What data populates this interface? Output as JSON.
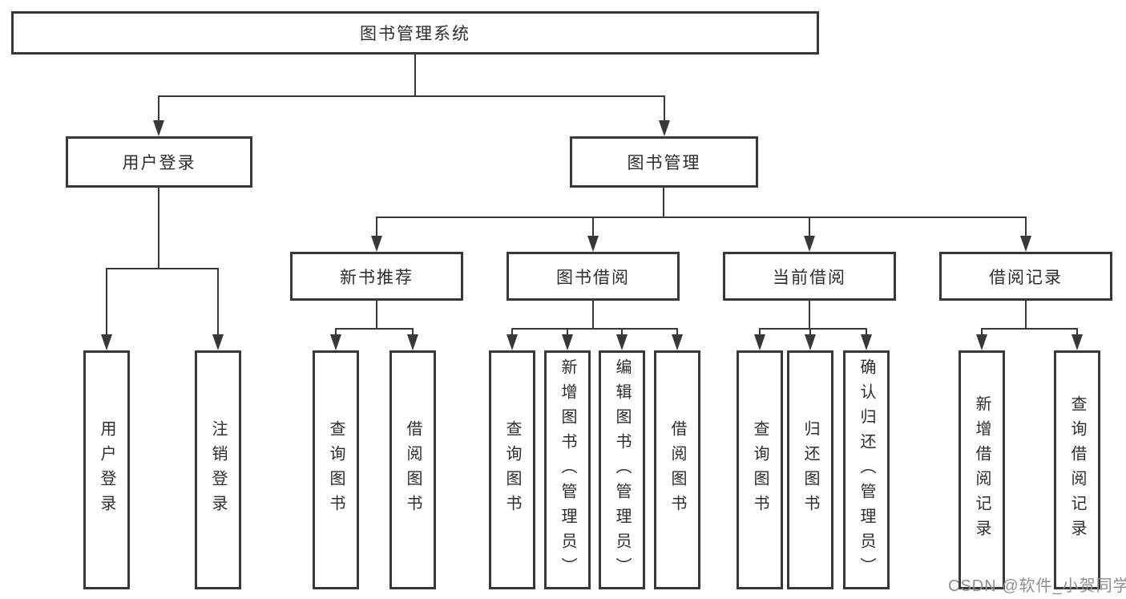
{
  "diagram": {
    "title": "图书管理系统",
    "tree": {
      "label": "图书管理系统",
      "children": [
        {
          "label": "用户登录",
          "children": [
            {
              "label": "用户登录"
            },
            {
              "label": "注销登录"
            }
          ]
        },
        {
          "label": "图书管理",
          "children": [
            {
              "label": "新书推荐",
              "children": [
                {
                  "label": "查询图书"
                },
                {
                  "label": "借阅图书"
                }
              ]
            },
            {
              "label": "图书借阅",
              "children": [
                {
                  "label": "查询图书"
                },
                {
                  "label": "新增图书（管理员）"
                },
                {
                  "label": "编辑图书（管理员）"
                },
                {
                  "label": "借阅图书"
                }
              ]
            },
            {
              "label": "当前借阅",
              "children": [
                {
                  "label": "查询图书"
                },
                {
                  "label": "归还图书"
                },
                {
                  "label": "确认归还（管理员）"
                }
              ]
            },
            {
              "label": "借阅记录",
              "children": [
                {
                  "label": "新增借阅记录"
                },
                {
                  "label": "查询借阅记录"
                }
              ]
            }
          ]
        }
      ]
    }
  },
  "watermark": "CSDN @软件_小贺同学",
  "colors": {
    "line": "#383838",
    "text": "#2d2d2d",
    "watermark": "#8f8f8f",
    "background": "#ffffff"
  }
}
